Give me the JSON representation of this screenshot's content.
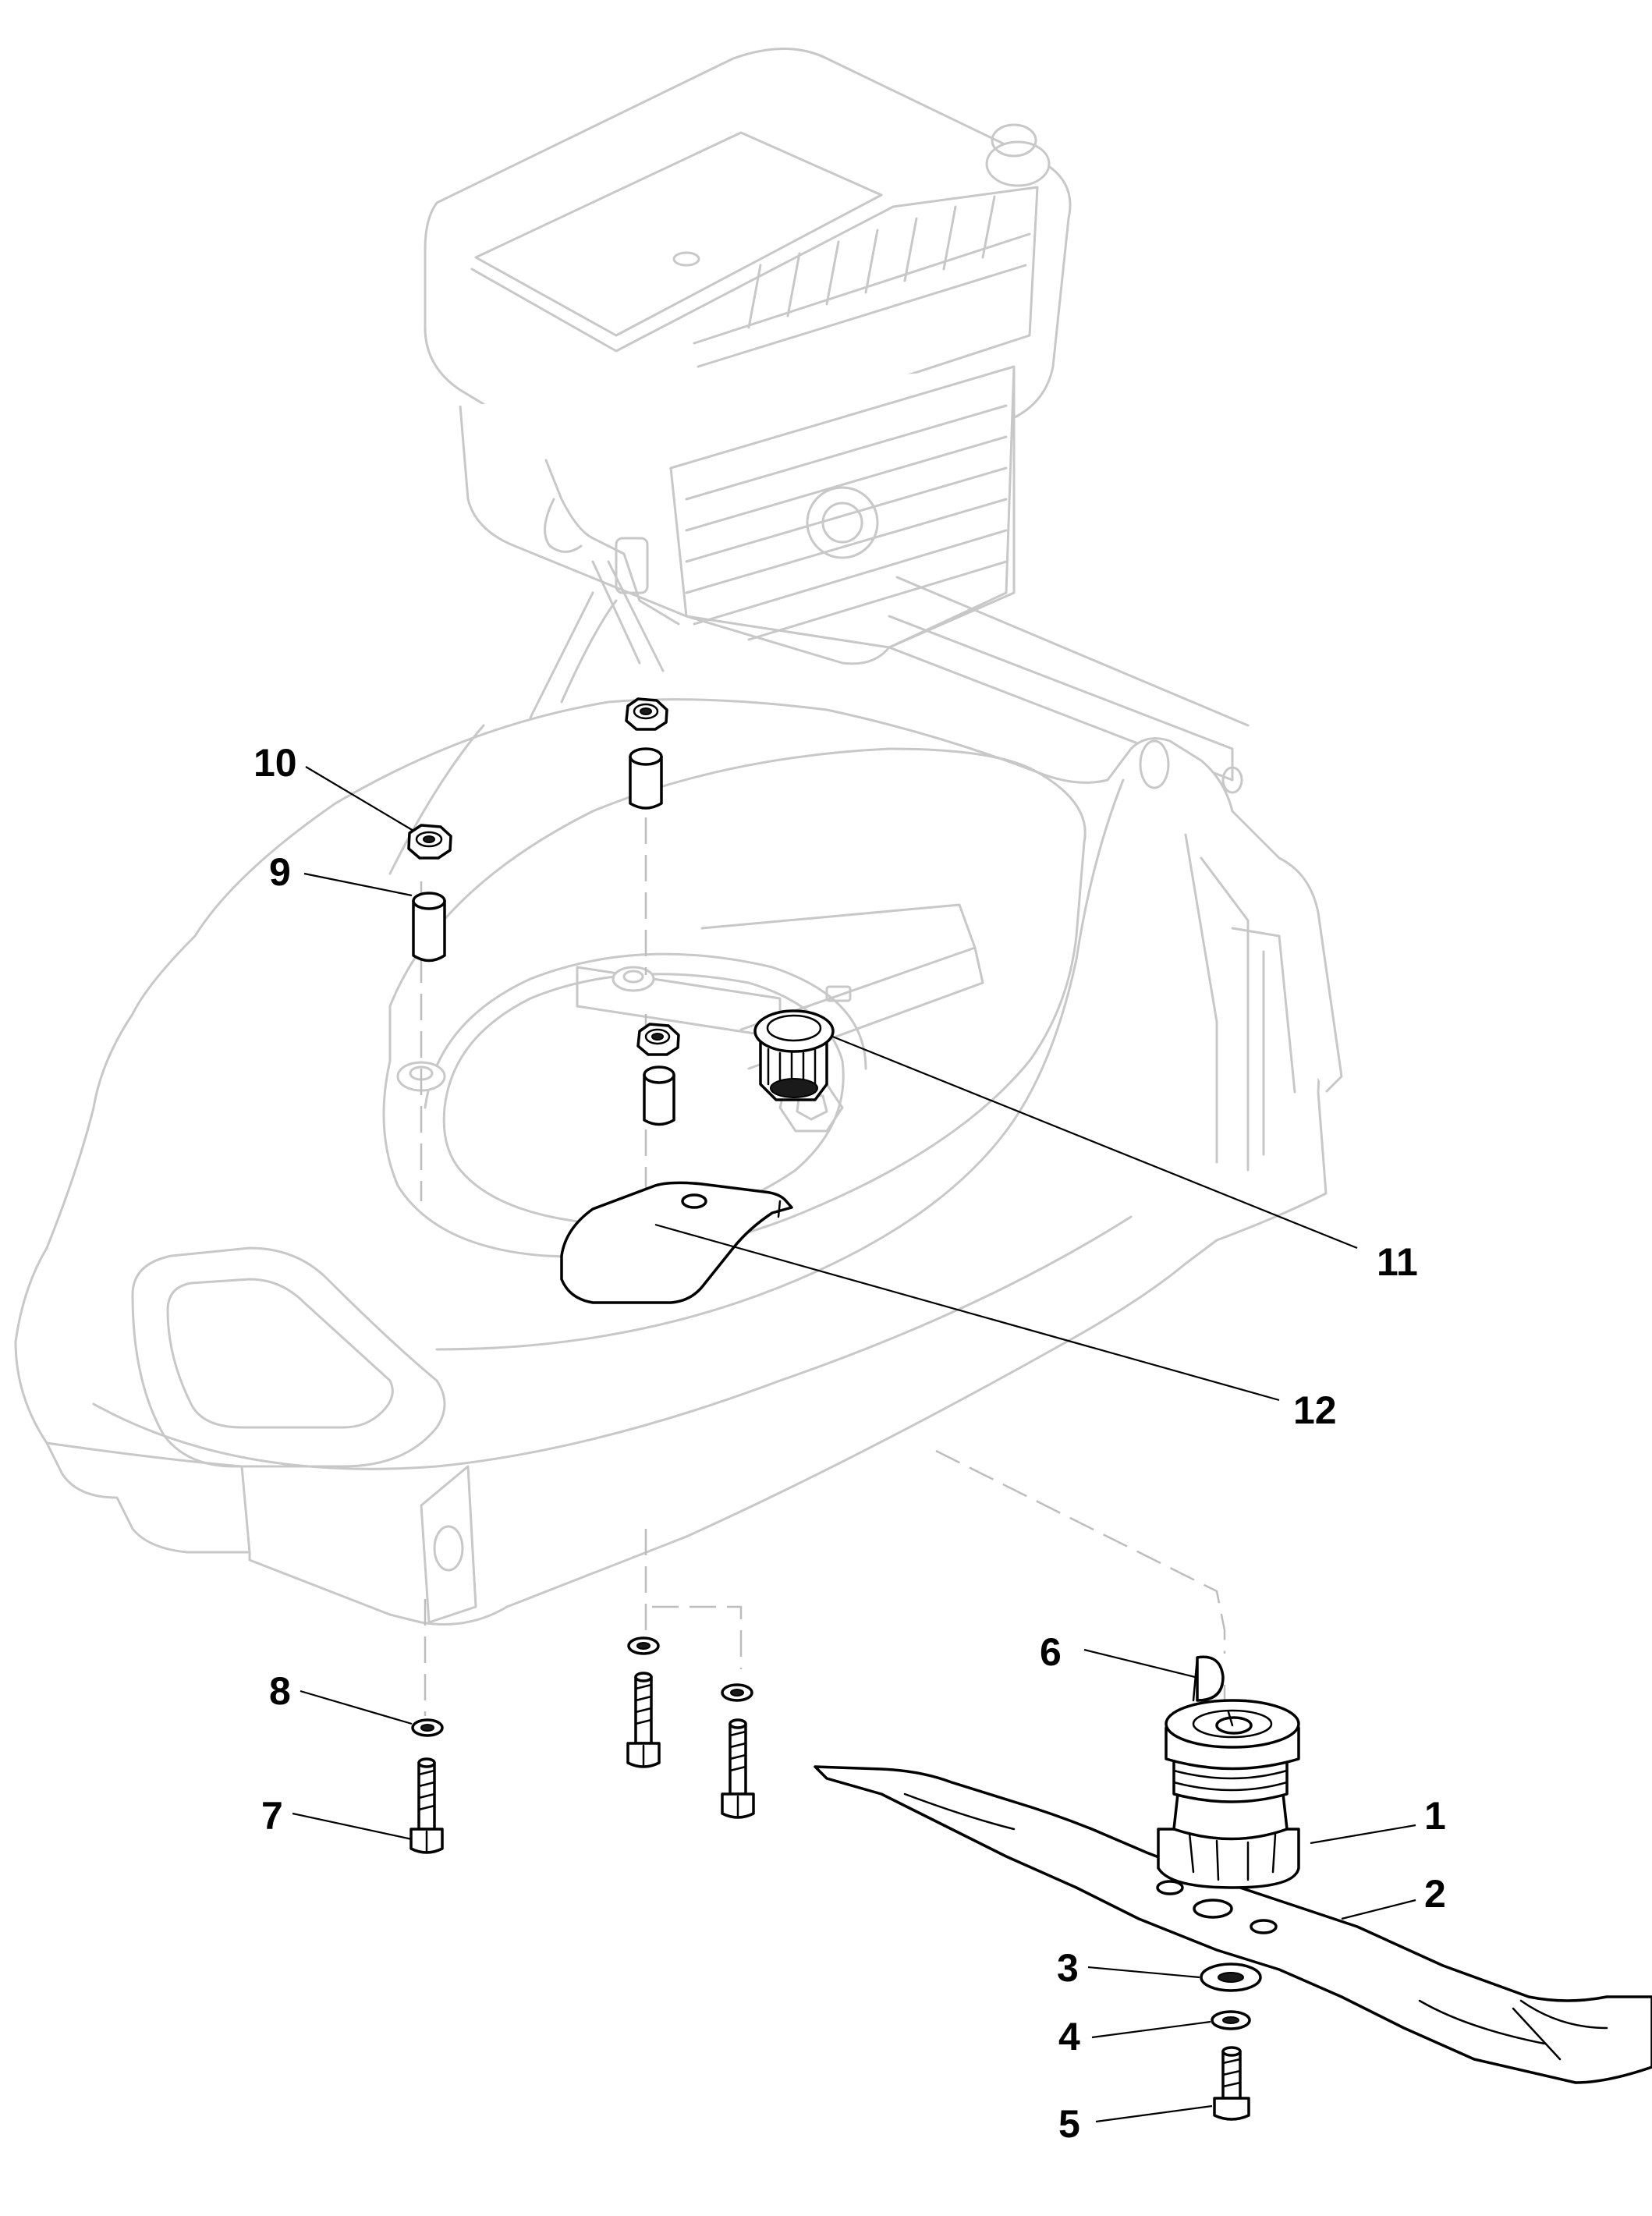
{
  "callouts": {
    "c1": "1",
    "c2": "2",
    "c3": "3",
    "c4": "4",
    "c5": "5",
    "c6": "6",
    "c7": "7",
    "c8": "8",
    "c9": "9",
    "c10": "10",
    "c11": "11",
    "c12": "12"
  },
  "colors": {
    "parts": "#000000",
    "ghost_context": "#c8c8c8",
    "background": "#ffffff"
  }
}
